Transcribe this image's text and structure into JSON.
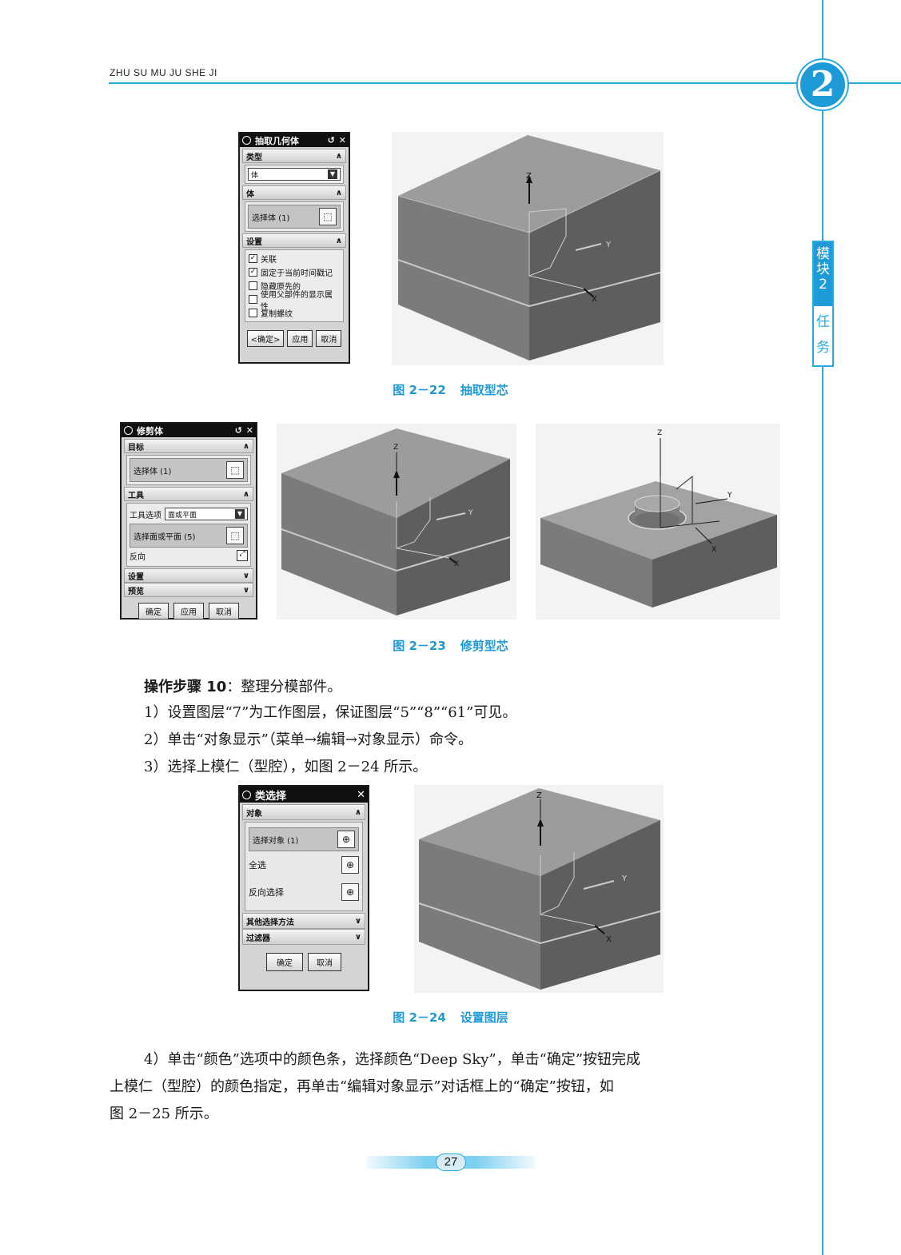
{
  "header": {
    "running_title": "ZHU SU MU JU SHE JI",
    "chapter_number": "2"
  },
  "side_tab": {
    "module": [
      "模",
      "块",
      "2"
    ],
    "task": [
      "任",
      "务"
    ]
  },
  "fig22": {
    "caption_num": "图 2－22",
    "caption_text": "抽取型芯",
    "dialog": {
      "title": "抽取几何体",
      "type_section": "类型",
      "type_value": "体",
      "body_section": "体",
      "select_body": "选择体 (1)",
      "settings_section": "设置",
      "options": [
        {
          "label": "关联",
          "checked": true
        },
        {
          "label": "固定于当前时间戳记",
          "checked": true
        },
        {
          "label": "隐藏原先的",
          "checked": false
        },
        {
          "label": "使用父部件的显示属性",
          "checked": false
        },
        {
          "label": "复制螺纹",
          "checked": false
        }
      ],
      "buttons": [
        "<确定>",
        "应用",
        "取消"
      ]
    },
    "axes": {
      "z": "Z",
      "y": "Y",
      "x": "X"
    }
  },
  "fig23": {
    "caption_num": "图 2－23",
    "caption_text": "修剪型芯",
    "dialog": {
      "title": "修剪体",
      "target_section": "目标",
      "select_body": "选择体 (1)",
      "tool_section": "工具",
      "tool_option_label": "工具选项",
      "tool_option_value": "面或平面",
      "select_face": "选择面或平面 (5)",
      "reverse_label": "反向",
      "settings_section": "设置",
      "preview_section": "预览",
      "buttons": [
        "确定",
        "应用",
        "取消"
      ]
    },
    "axes": {
      "z": "Z",
      "y": "Y",
      "x": "X"
    }
  },
  "step": {
    "heading": "操作步骤 10",
    "heading_text": "：整理分模部件。",
    "items": [
      "1）设置图层“7”为工作图层，保证图层“5”“8”“61”可见。",
      "2）单击“对象显示”（菜单→编辑→对象显示）命令。",
      "3）选择上模仁（型腔），如图 2－24 所示。"
    ]
  },
  "fig24": {
    "caption_num": "图 2－24",
    "caption_text": "设置图层",
    "dialog": {
      "title": "类选择",
      "object_section": "对象",
      "select_object": "选择对象 (1)",
      "select_all": "全选",
      "reverse_select": "反向选择",
      "other_methods": "其他选择方法",
      "filter": "过滤器",
      "buttons": [
        "确定",
        "取消"
      ]
    },
    "axes": {
      "z": "Z",
      "y": "Y",
      "x": "X"
    }
  },
  "paragraph4": {
    "line1": "4）单击“颜色”选项中的颜色条，选择颜色“Deep Sky”，单击“确定”按钮完成",
    "line2": "上模仁（型腔）的颜色指定，再单击“编辑对象显示”对话框上的“确定”按钮，如",
    "line3": "图 2－25 所示。"
  },
  "footer": {
    "page_number": "27"
  }
}
